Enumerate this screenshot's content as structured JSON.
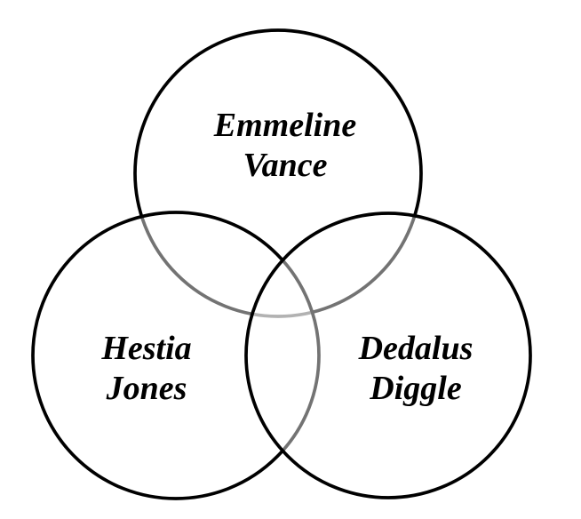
{
  "diagram": {
    "type": "venn",
    "background_color": "#ffffff",
    "circle_stroke_color": "#000000",
    "sets": [
      {
        "name": "Emmeline Vance",
        "line1": "Emmeline",
        "line2": "Vance",
        "position": "top"
      },
      {
        "name": "Hestia Jones",
        "line1": "Hestia",
        "line2": "Jones",
        "position": "bottom-left"
      },
      {
        "name": "Dedalus Diggle",
        "line1": "Dedalus",
        "line2": "Diggle",
        "position": "bottom-right"
      }
    ]
  }
}
